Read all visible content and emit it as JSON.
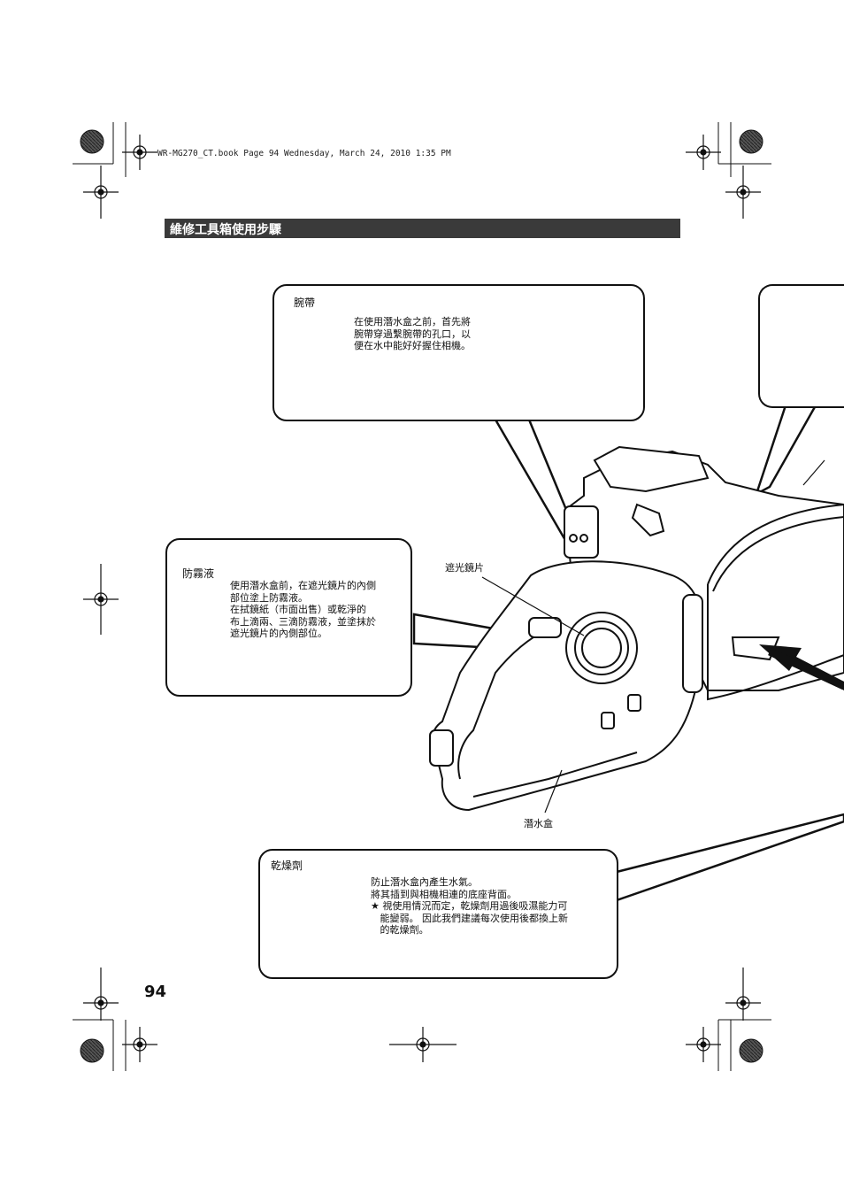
{
  "header": {
    "file_line": "WR-MG270_CT.book  Page 94  Wednesday, March 24, 2010  1:35 PM"
  },
  "section": {
    "title": "維修工具箱使用步驟"
  },
  "strap": {
    "title": "腕帶",
    "lines": [
      "在使用潛水盒之前，首先將",
      "腕帶穿過繫腕帶的孔口，以",
      "便在水中能好好握住相機。"
    ]
  },
  "antifog": {
    "title": "防霧液",
    "lines": [
      "使用潛水盒前，在遮光鏡片的內側",
      "部位塗上防霧液。",
      "在拭鏡紙（市面出售）或乾淨的",
      "布上滴兩、三滴防霧液，並塗抹於",
      "遮光鏡片的內側部位。"
    ]
  },
  "desiccant": {
    "title": "乾燥劑",
    "lines": [
      "防止潛水盒內產生水氣。",
      "將其插到與相機相連的底座背面。",
      "★ 視使用情況而定，乾燥劑用過後吸濕能力可",
      "   能變弱。 因此我們建議每次使用後都換上新",
      "   的乾燥劑。"
    ]
  },
  "labels": {
    "lens_shade": "遮光鏡片",
    "housing": "潛水盒"
  },
  "page_number": "94"
}
